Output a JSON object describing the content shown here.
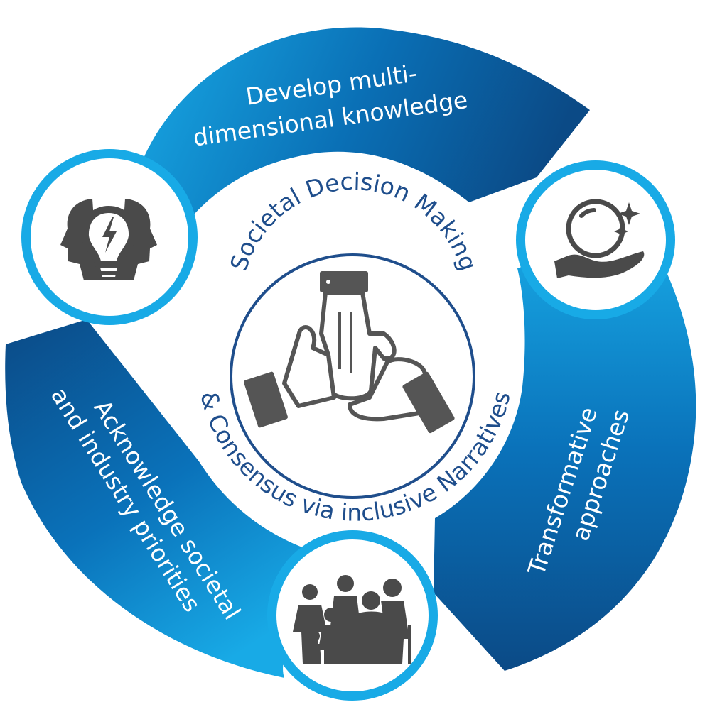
{
  "colors": {
    "segment_dark": "#0b4a86",
    "segment_mid": "#0a75bd",
    "segment_light": "#18aae6",
    "center_ring": "#1f4e8c",
    "icon": "#4a4a4a"
  },
  "center": {
    "title_top": "Societal Decision Making",
    "title_bottom": "& Consensus via inclusive Narratives",
    "icon": "three-hands-icon"
  },
  "segments": [
    {
      "lines": [
        "Develop multi-",
        "dimensional knowledge"
      ],
      "icon": "head-lightbulb-icon"
    },
    {
      "lines": [
        "Transformative",
        "approaches"
      ],
      "icon": "crystal-ball-hand-icon"
    },
    {
      "lines": [
        "Acknowledge societal",
        "and industry priorities"
      ],
      "icon": "family-group-icon"
    }
  ]
}
